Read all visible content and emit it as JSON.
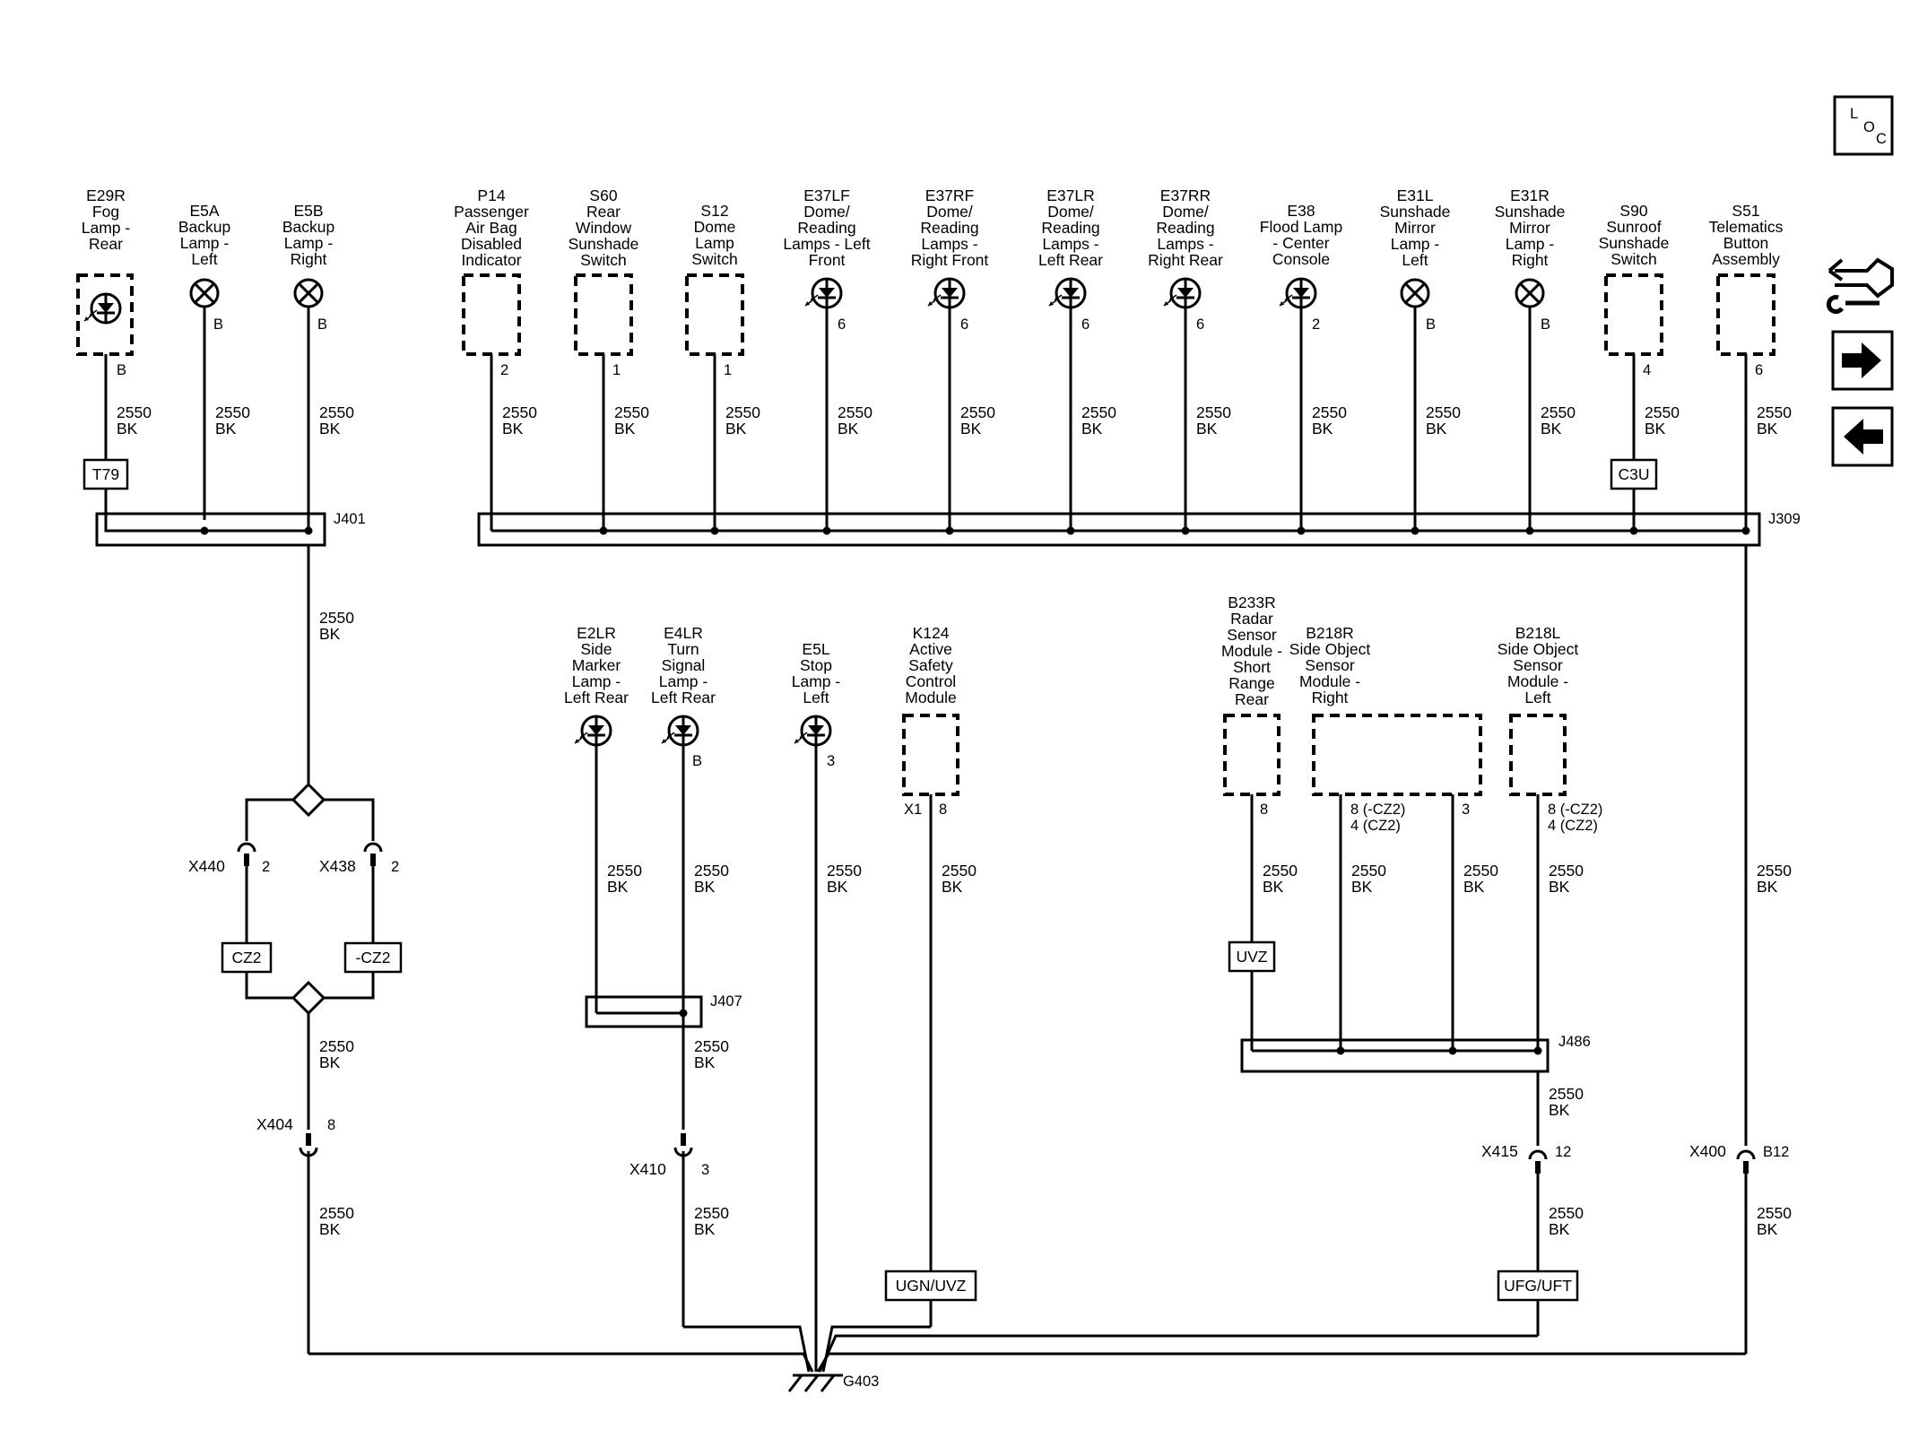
{
  "components": {
    "e29r": [
      "E29R",
      "Fog",
      "Lamp -",
      "Rear"
    ],
    "e5a": [
      "E5A",
      "Backup",
      "Lamp -",
      "Left"
    ],
    "e5b": [
      "E5B",
      "Backup",
      "Lamp -",
      "Right"
    ],
    "p14": [
      "P14",
      "Passenger",
      "Air Bag",
      "Disabled",
      "Indicator"
    ],
    "s60": [
      "S60",
      "Rear",
      "Window",
      "Sunshade",
      "Switch"
    ],
    "s12": [
      "S12",
      "Dome",
      "Lamp",
      "Switch"
    ],
    "e37lf": [
      "E37LF",
      "Dome/",
      "Reading",
      "Lamps - Left",
      "Front"
    ],
    "e37rf": [
      "E37RF",
      "Dome/",
      "Reading",
      "Lamps -",
      "Right Front"
    ],
    "e37lr": [
      "E37LR",
      "Dome/",
      "Reading",
      "Lamps -",
      "Left Rear"
    ],
    "e37rr": [
      "E37RR",
      "Dome/",
      "Reading",
      "Lamps -",
      "Right Rear"
    ],
    "e38": [
      "E38",
      "Flood Lamp",
      "- Center",
      "Console"
    ],
    "e31l": [
      "E31L",
      "Sunshade",
      "Mirror",
      "Lamp -",
      "Left"
    ],
    "e31r": [
      "E31R",
      "Sunshade",
      "Mirror",
      "Lamp -",
      "Right"
    ],
    "s90": [
      "S90",
      "Sunroof",
      "Sunshade",
      "Switch"
    ],
    "s51": [
      "S51",
      "Telematics",
      "Button",
      "Assembly"
    ],
    "e2lr": [
      "E2LR",
      "Side",
      "Marker",
      "Lamp -",
      "Left Rear"
    ],
    "e4lr": [
      "E4LR",
      "Turn",
      "Signal",
      "Lamp -",
      "Left Rear"
    ],
    "e5l": [
      "E5L",
      "Stop",
      "Lamp -",
      "Left"
    ],
    "k124": [
      "K124",
      "Active",
      "Safety",
      "Control",
      "Module"
    ],
    "b233r": [
      "B233R",
      "Radar",
      "Sensor",
      "Module -",
      "Short",
      "Range",
      "Rear"
    ],
    "b218r": [
      "B218R",
      "Side Object",
      "Sensor",
      "Module -",
      "Right"
    ],
    "b218l": [
      "B218L",
      "Side Object",
      "Sensor",
      "Module -",
      "Left"
    ]
  },
  "pins": {
    "e29r": "B",
    "e5a": "B",
    "e5b": "B",
    "p14": "2",
    "s60": "1",
    "s12": "1",
    "e37lf": "6",
    "e37rf": "6",
    "e37lr": "6",
    "e37rr": "6",
    "e38": "2",
    "e31l": "B",
    "e31r": "B",
    "s90": "4",
    "s51": "6",
    "e4lr": "B",
    "e5l": "3",
    "k124_conn": "X1",
    "k124": "8",
    "b233r": "8",
    "b218r_a": [
      "8 (-CZ2)",
      "4 (CZ2)"
    ],
    "b218r_b": "3",
    "b218l": [
      "8 (-CZ2)",
      "4 (CZ2)"
    ]
  },
  "wire": {
    "circuit": "2550",
    "color": "BK"
  },
  "options": {
    "t79": "T79",
    "c3u": "C3U",
    "cz2": "CZ2",
    "ncz2": "-CZ2",
    "uvz": "UVZ",
    "ugn_uvz": "UGN/UVZ",
    "ufg_uft": "UFG/UFT"
  },
  "splices": {
    "j401": "J401",
    "j309": "J309",
    "j407": "J407",
    "j486": "J486"
  },
  "connectors": {
    "x440": "X440",
    "x440_pin": "2",
    "x438": "X438",
    "x438_pin": "2",
    "x404": "X404",
    "x404_pin": "8",
    "x410": "X410",
    "x410_pin": "3",
    "x415": "X415",
    "x415_pin": "12",
    "x400": "X400",
    "x400_pin": "B12"
  },
  "ground": "G403",
  "nav": {
    "loc": [
      "L",
      "O",
      "C"
    ],
    "connector_icon": "connector-wrench-icon",
    "next_icon": "arrow-right-icon",
    "prev_icon": "arrow-left-icon"
  }
}
